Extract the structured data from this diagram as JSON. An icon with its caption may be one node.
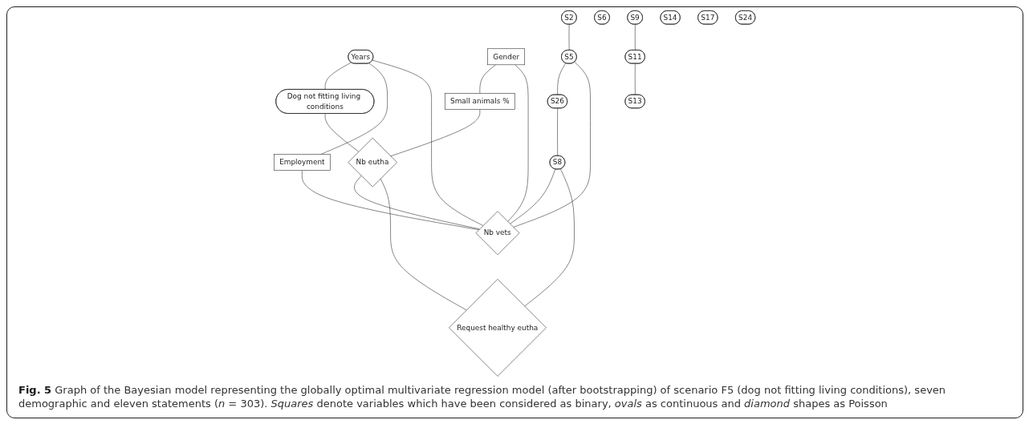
{
  "diagram": {
    "caption": "**Fig. 5** Graph of the Bayesian model representing the globally optimal multivariate regression model (after bootstrapping) of scenario F5 (dog not fitting living conditions), seven demographic and eleven statements (*n* = 303). *Squares* denote variables which have been considered as binary, *ovals* as continuous and *diamond* shapes as Poisson",
    "nodes": [
      {
        "text": [
          "S2"
        ]
      },
      {
        "text": [
          "S6"
        ]
      },
      {
        "text": [
          "S9"
        ]
      },
      {
        "text": [
          "S14"
        ]
      },
      {
        "text": [
          "S17"
        ]
      },
      {
        "text": [
          "S24"
        ]
      },
      {
        "text": [
          "Years"
        ]
      },
      {
        "text": [
          "Gender"
        ]
      },
      {
        "text": [
          "S5"
        ]
      },
      {
        "text": [
          "S11"
        ]
      },
      {
        "text": [
          "Dog not fitting living conditions"
        ]
      },
      {
        "text": [
          "Small animals %"
        ]
      },
      {
        "text": [
          "S26"
        ]
      },
      {
        "text": [
          "S13"
        ]
      },
      {
        "text": [
          "Employment"
        ]
      },
      {
        "text": [
          "Nb eutha"
        ]
      },
      {
        "text": [
          "S8"
        ]
      },
      {
        "text": [
          "Nb vets"
        ]
      },
      {
        "text": [
          "Request healthy eutha"
        ]
      }
    ],
    "edges": [
      {
        "from": 0,
        "to": 8,
        "arrow": "none"
      },
      {
        "from": 2,
        "to": 9,
        "arrow": "none"
      },
      {
        "from": 9,
        "to": 13,
        "arrow": "none"
      },
      {
        "from": 8,
        "to": 12,
        "arrow": "none"
      },
      {
        "from": 8,
        "to": 17,
        "arrow": "none"
      },
      {
        "from": 12,
        "to": 16,
        "arrow": "none"
      },
      {
        "from": 16,
        "to": 17,
        "arrow": "none"
      },
      {
        "from": 16,
        "to": 18,
        "arrow": "none"
      },
      {
        "from": 6,
        "to": 10,
        "arrow": "none"
      },
      {
        "from": 6,
        "to": 14,
        "arrow": "none"
      },
      {
        "from": 6,
        "to": 17,
        "arrow": "none"
      },
      {
        "from": 7,
        "to": 11,
        "arrow": "none"
      },
      {
        "from": 7,
        "to": 17,
        "arrow": "none"
      },
      {
        "from": 10,
        "to": 15,
        "arrow": "none"
      },
      {
        "from": 11,
        "to": 15,
        "arrow": "none"
      },
      {
        "from": 15,
        "to": 17,
        "arrow": "none"
      },
      {
        "from": 15,
        "to": 18,
        "arrow": "none"
      },
      {
        "from": 14,
        "to": 17,
        "arrow": "none"
      }
    ]
  }
}
